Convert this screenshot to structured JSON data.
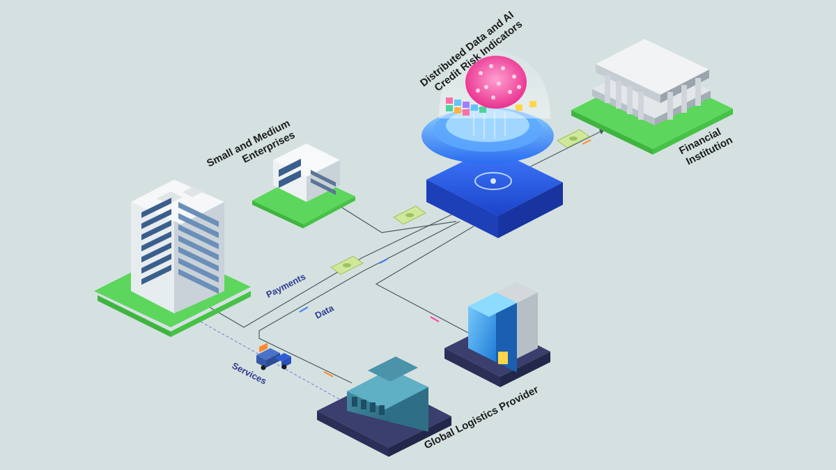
{
  "nodes": {
    "sme": {
      "label_line1": "Small and Medium",
      "label_line2": "Enterprises"
    },
    "financial": {
      "label_line1": "Financial",
      "label_line2": "Institution"
    },
    "logistics": {
      "label": "Global Logistics Provider"
    },
    "ai_platform": {
      "label_line1": "Distributed Data and AI",
      "label_line2": "Credit Risk Indicators"
    }
  },
  "flows": {
    "payments": "Payments",
    "data": "Data",
    "services": "Services"
  },
  "colors": {
    "background": "#d5e1e1",
    "green_pad": "#5cd65c",
    "navy_pad": "#3a3f6e",
    "flow_label": "#2f3b8f",
    "platform_blue": "#2a5be0",
    "brain_pink": "#ff4fa3",
    "money_green": "#cfe89a",
    "accent_pink": "#ff3da8",
    "accent_blue": "#3d7bff"
  },
  "icons": [
    "office-tower-icon",
    "small-office-icon",
    "bank-icon",
    "warehouse-icon",
    "glass-office-icon",
    "truck-icon",
    "brain-icon",
    "banknote-icon"
  ]
}
